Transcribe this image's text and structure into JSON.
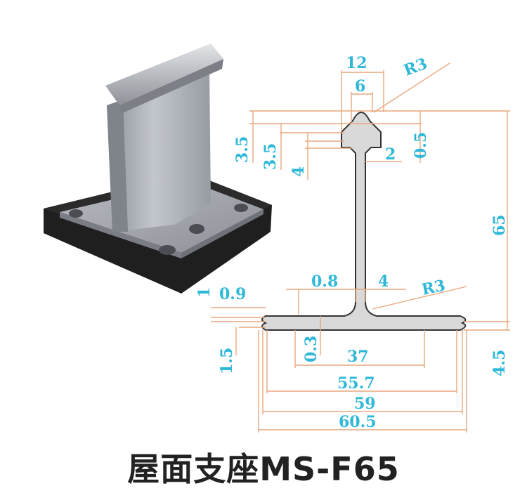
{
  "product": {
    "caption": "屋面支座MS-F65",
    "colors": {
      "dimension_text": "#2fb8d8",
      "dimension_line": "#e9a77d",
      "profile_fill": "#d9d9d9",
      "profile_stroke": "#333333",
      "pad": "#1f1f1f",
      "metal": "#a9adb4"
    }
  },
  "dimensions": {
    "head_width_outer": "12",
    "head_width_inner": "6",
    "head_radius": "R3",
    "head_dim_35_a": "3.5",
    "head_dim_35_b": "3.5",
    "head_dim_4": "4",
    "head_dim_2": "2",
    "head_dim_05": "0.5",
    "height_total": "65",
    "base_dim_1": "1",
    "base_dim_09": "0.9",
    "base_dim_08": "0.8",
    "base_dim_4": "4",
    "base_radius": "R3",
    "base_dim_15": "1.5",
    "base_dim_03": "0.3",
    "base_dim_37": "37",
    "base_dim_557": "55.7",
    "base_dim_59": "59",
    "base_dim_605": "60.5",
    "base_dim_45": "4.5"
  }
}
